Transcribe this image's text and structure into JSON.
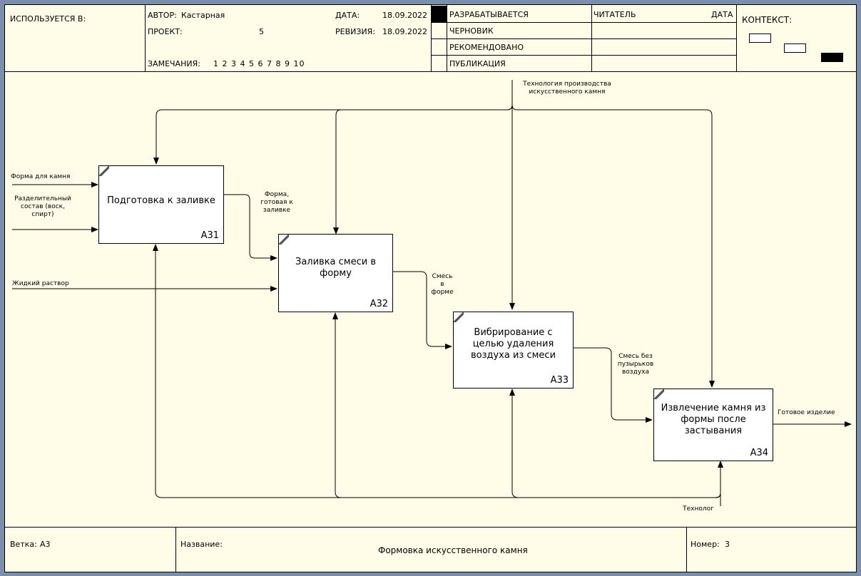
{
  "header": {
    "used_in_label": "ИСПОЛЬЗУЕТСЯ В:",
    "author_label": "АВТОР:",
    "author": "Кастарная",
    "project_label": "ПРОЕКТ:",
    "project": "5",
    "date_label": "ДАТА:",
    "date": "18.09.2022",
    "revision_label": "РЕВИЗИЯ:",
    "revision": "18.09.2022",
    "notes_label": "ЗАМЕЧАНИЯ:",
    "notes": "1 2 3 4 5 6 7 8 9 10",
    "status": [
      "РАЗРАБАТЫВАЕТСЯ",
      "ЧЕРНОВИК",
      "РЕКОМЕНДОВАНО",
      "ПУБЛИКАЦИЯ"
    ],
    "reader_label": "ЧИТАТЕЛЬ",
    "reader_date_label": "ДАТА",
    "context_label": "КОНТЕКСТ:"
  },
  "boxes": [
    {
      "title": "Подготовка к заливке",
      "number": "A31"
    },
    {
      "title": "Заливка смеси в форму",
      "number": "A32"
    },
    {
      "title": "Вибрирование с целью удаления воздуха из смеси",
      "number": "A33"
    },
    {
      "title": "Извлечение камня из формы после застывания",
      "number": "A34"
    }
  ],
  "arrows": {
    "control": "Технология производства искусственного камня",
    "input_form": "Форма для камня",
    "input_release": "Разделительный состав (воск, спирт)",
    "input_liquid": "Жидкий раствор",
    "form_ready": "Форма, готовая к заливке",
    "mix_in_form": "Смесь в форме",
    "mix_no_bubbles": "Смесь без пузырьков воздуха",
    "output": "Готовое изделие",
    "mechanism": "Технолог"
  },
  "footer": {
    "node_label": "Ветка:",
    "node": "A3",
    "title_label": "Название:",
    "title": "Формовка искусственного камня",
    "number_label": "Номер:",
    "number": "3"
  }
}
